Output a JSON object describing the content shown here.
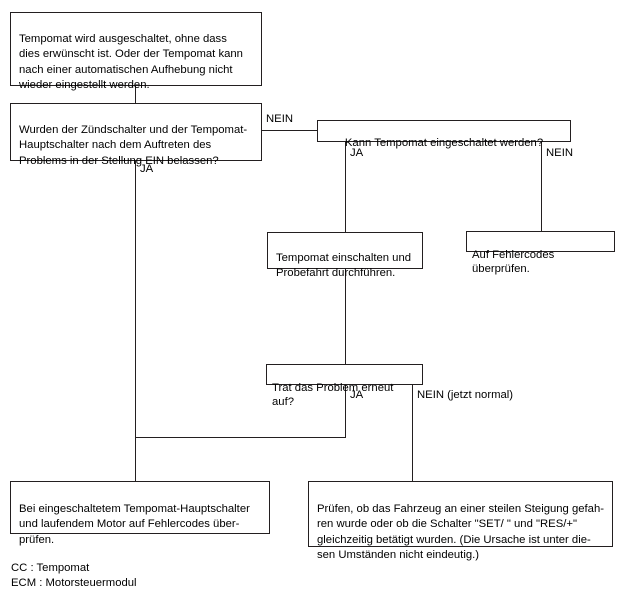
{
  "diagram": {
    "title": "Tempomat Fehlersuche Flussdiagramm",
    "nodes": {
      "symptom": "Tempomat wird ausgeschaltet, ohne dass dies erwünscht ist. Oder der Tempomat kann nach einer automatischen Aufhebung nicht wieder eingestellt werden.",
      "question_switches": "Wurden der Zündschalter und der Tempomat-Hauptschalter nach dem Auftreten des Problems in der Stellung EIN belassen?",
      "question_can_enable": "Kann Tempomat eingeschaltet werden?",
      "action_enable_testdrive": "Tempomat einschalten und Probefahrt durchführen.",
      "action_check_codes": "Auf Fehlercodes überprüfen.",
      "question_problem_again": "Trat das Problem erneut auf?",
      "result_check_codes_running": "Bei eingeschaltetem Tempomat-Hauptschalter und laufendem Motor auf Fehlercodes über-\nprüfen.",
      "result_steep_slope": "Prüfen, ob das Fahrzeug an einer steilen Steigung gefahren ren wurde oder ob die Schalter \"SET/  \" und \"RES/+\" gleichzeitig betätigt wurden. (Die Ursache ist unter diesen Umständen nicht eindeutig.)"
    },
    "node_lines": {
      "symptom": "Tempomat wird ausgeschaltet, ohne dass\ndies erwünscht ist. Oder der Tempomat kann\nnach einer automatischen Aufhebung nicht\nwieder eingestellt werden.",
      "question_switches": "Wurden der Zündschalter und der Tempomat-\nHauptschalter nach dem Auftreten des\nProblems in der Stellung EIN belassen?",
      "question_can_enable": "Kann Tempomat eingeschaltet werden?",
      "action_enable_testdrive": "Tempomat einschalten und\nProbefahrt durchführen.",
      "action_check_codes": "Auf Fehlercodes überprüfen.",
      "question_problem_again": "Trat das Problem erneut auf?",
      "result_check_codes_running": "Bei eingeschaltetem Tempomat-Hauptschalter\nund laufendem Motor auf Fehlercodes über-\nprüfen.",
      "result_steep_slope": "Prüfen, ob das Fahrzeug an einer steilen Steigung gefah-\nren wurde oder ob die Schalter \"SET/  \" und \"RES/+\"\ngleichzeitig betätigt wurden. (Die Ursache ist unter die-\nsen Umständen nicht eindeutig.)"
    },
    "edge_labels": {
      "switches_no": "NEIN",
      "switches_yes": "JA",
      "can_enable_yes": "JA",
      "can_enable_no": "NEIN",
      "problem_again_yes": "JA",
      "problem_again_no": "NEIN (jetzt normal)"
    },
    "legend": "CC : Tempomat\nECM : Motorsteuermodul",
    "legend_entries": [
      {
        "abbr": "CC",
        "separator": ":",
        "meaning": "Tempomat"
      },
      {
        "abbr": "ECM",
        "separator": ":",
        "meaning": "Motorsteuermodul"
      }
    ],
    "colors": {
      "line": "#231f20",
      "text": "#000000",
      "background": "#ffffff"
    }
  }
}
